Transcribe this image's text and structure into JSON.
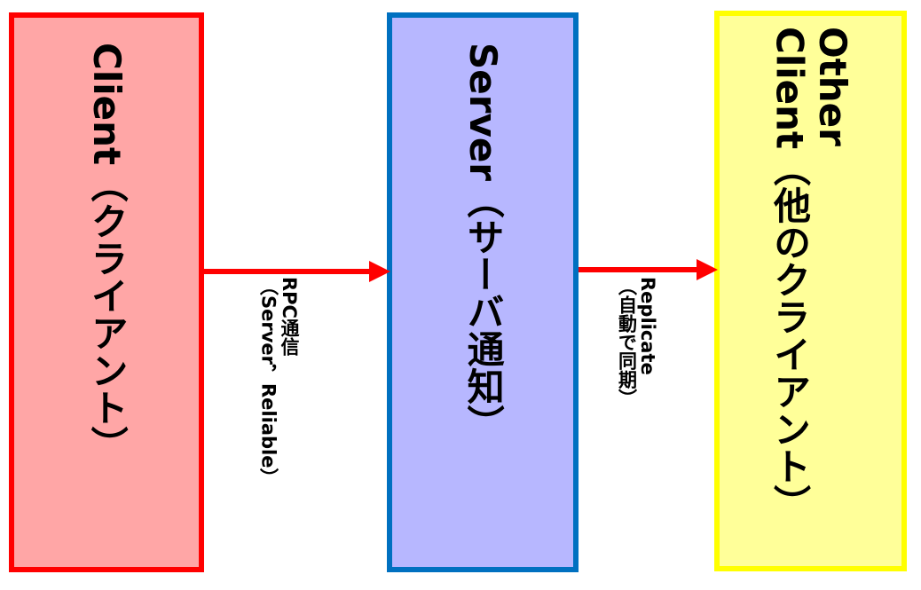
{
  "nodes": {
    "client": {
      "label": "Client（クライアント）",
      "fill": "#ffa6a6",
      "border": "#ff0000"
    },
    "server": {
      "label": "Server（サーバ通知）",
      "fill": "#b7b7ff",
      "border": "#0070c0"
    },
    "other_client": {
      "label": "Other\nClient（他のクライアント）",
      "fill": "#ffff99",
      "border": "#ffff00"
    }
  },
  "edges": {
    "rpc": {
      "label": "RPC通信\n（Server，Reliable）",
      "color": "#ff0000"
    },
    "replicate": {
      "label": "Replicate\n（自動で同期）",
      "color": "#ff0000"
    }
  }
}
